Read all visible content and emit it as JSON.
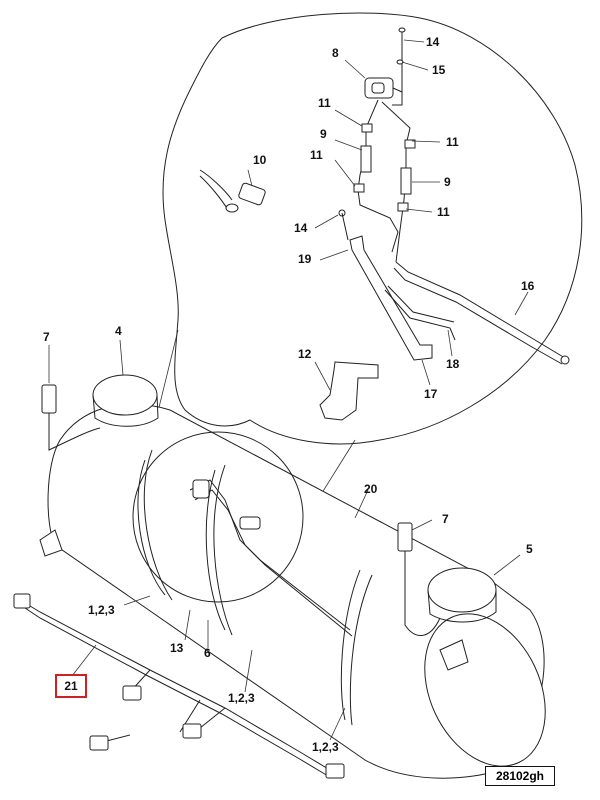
{
  "figure_id": "28102gh",
  "highlighted_callout": "21",
  "highlight_color": "#d21f1f",
  "callouts": {
    "c14a": "14",
    "c15": "15",
    "c8": "8",
    "c11a": "11",
    "c9a": "9",
    "c11b": "11",
    "c11c": "11",
    "c10": "10",
    "c9b": "9",
    "c11d": "11",
    "c14b": "14",
    "c19": "19",
    "c16": "16",
    "c12": "12",
    "c18": "18",
    "c17": "17",
    "c7a": "7",
    "c4": "4",
    "c20": "20",
    "c7b": "7",
    "c5": "5",
    "c123a": "1,2,3",
    "c13": "13",
    "c6": "6",
    "c123b": "1,2,3",
    "c123c": "1,2,3"
  }
}
